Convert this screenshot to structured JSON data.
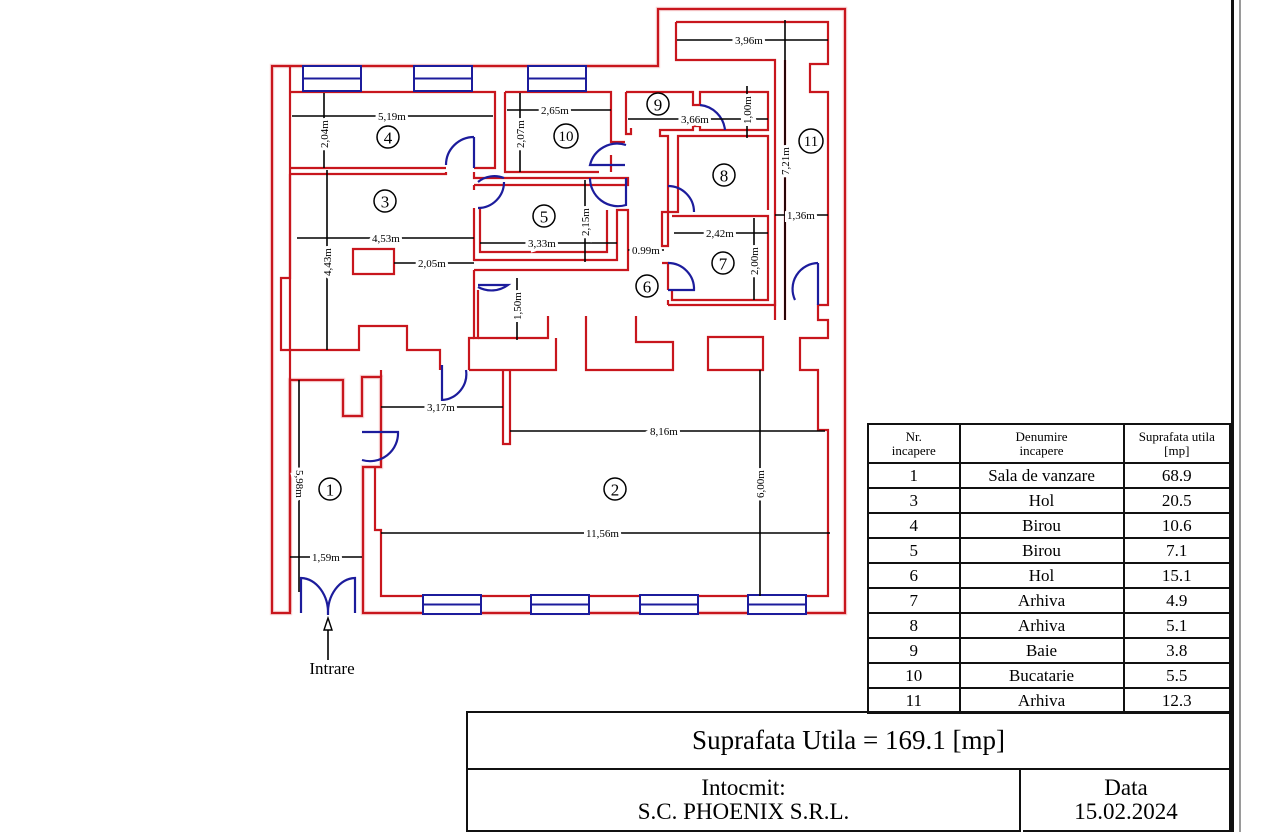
{
  "plan": {
    "entrance_label": "Intrare",
    "rooms": [
      {
        "nr": "1"
      },
      {
        "nr": "2"
      },
      {
        "nr": "3"
      },
      {
        "nr": "4"
      },
      {
        "nr": "5"
      },
      {
        "nr": "6"
      },
      {
        "nr": "7"
      },
      {
        "nr": "8"
      },
      {
        "nr": "9"
      },
      {
        "nr": "10"
      },
      {
        "nr": "11"
      }
    ],
    "dimensions": {
      "room4_width": "5,19m",
      "room4_depth": "2,04m",
      "room10_width": "2,65m",
      "room10_depth": "2,07m",
      "room9_width": "3,66m",
      "room9_depth": "1,00m",
      "room11_width": "3,96m",
      "room11_length": "7,21m",
      "room11_corridor": "1,36m",
      "room3_width": "4,53m",
      "room3_depth": "4,43m",
      "room3_offset": "2,05m",
      "room5_width": "3,33m",
      "room5_depth": "2,15m",
      "room6_width": "0.99m",
      "room6_door": "1,50m",
      "room7_width": "2,42m",
      "room7_depth": "2,00m",
      "entry_width": "3,17m",
      "room2_width_upper": "8,16m",
      "room2_width_lower": "11,56m",
      "room2_depth": "6,00m",
      "room1_length": "5,98m",
      "room1_width": "1,59m"
    },
    "colors": {
      "walls": "#c8161d",
      "doors_windows": "#1c1c9c",
      "dimensions": "#000000"
    }
  },
  "table": {
    "headers": {
      "nr_line1": "Nr.",
      "nr_line2": "incapere",
      "name_line1": "Denumire",
      "name_line2": "incapere",
      "area_line1": "Suprafata utila",
      "area_line2": "[mp]"
    },
    "rows": [
      {
        "nr": "1",
        "name": "Sala de vanzare",
        "area": "68.9"
      },
      {
        "nr": "3",
        "name": "Hol",
        "area": "20.5"
      },
      {
        "nr": "4",
        "name": "Birou",
        "area": "10.6"
      },
      {
        "nr": "5",
        "name": "Birou",
        "area": "7.1"
      },
      {
        "nr": "6",
        "name": "Hol",
        "area": "15.1"
      },
      {
        "nr": "7",
        "name": "Arhiva",
        "area": "4.9"
      },
      {
        "nr": "8",
        "name": "Arhiva",
        "area": "5.1"
      },
      {
        "nr": "9",
        "name": "Baie",
        "area": "3.8"
      },
      {
        "nr": "10",
        "name": "Bucatarie",
        "area": "5.5"
      },
      {
        "nr": "11",
        "name": "Arhiva",
        "area": "12.3"
      }
    ]
  },
  "summary": {
    "total": "Suprafata Utila = 169.1 [mp]",
    "author_label": "Intocmit:",
    "author": "S.C. PHOENIX S.R.L.",
    "date_label": "Data",
    "date": "15.02.2024"
  }
}
